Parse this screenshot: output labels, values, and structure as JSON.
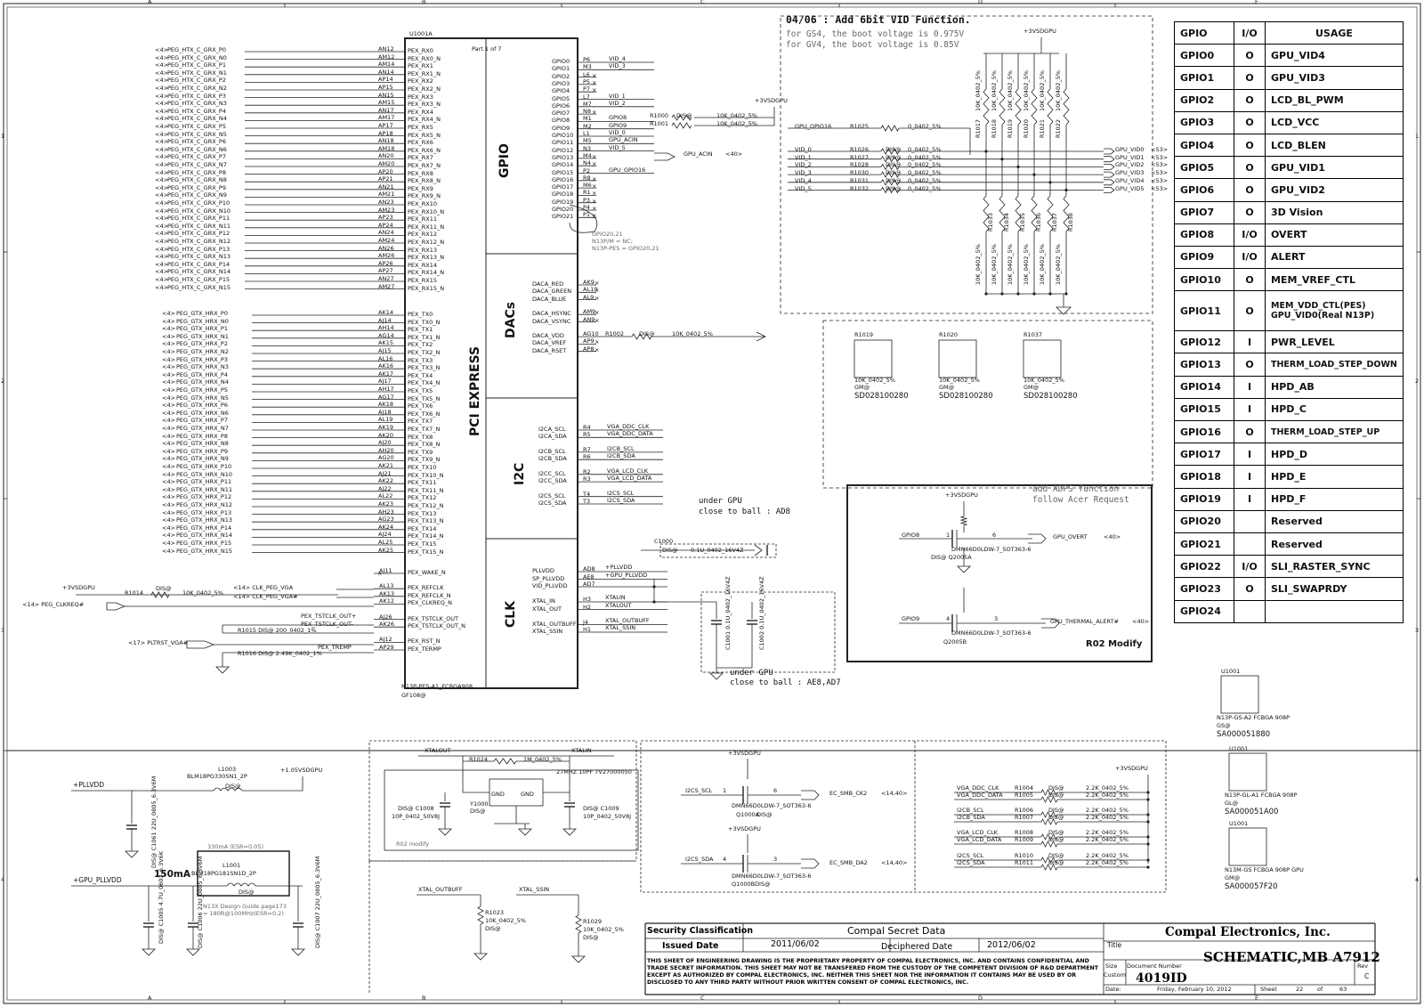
{
  "chip": {
    "ref": "U1001A",
    "part": "Part 1 of 7",
    "name": "N13P-PES-A1_FCBGA908",
    "sub": "GF108@",
    "sections": [
      "GPIO",
      "DACs",
      "PCI EXPRESS",
      "I2C",
      "CLK"
    ]
  },
  "rx_nets": [
    "PEG_HTX_C_GRX_P0",
    "PEG_HTX_C_GRX_N0",
    "PEG_HTX_C_GRX_P1",
    "PEG_HTX_C_GRX_N1",
    "PEG_HTX_C_GRX_P2",
    "PEG_HTX_C_GRX_N2",
    "PEG_HTX_C_GRX_P3",
    "PEG_HTX_C_GRX_N3",
    "PEG_HTX_C_GRX_P4",
    "PEG_HTX_C_GRX_N4",
    "PEG_HTX_C_GRX_P5",
    "PEG_HTX_C_GRX_N5",
    "PEG_HTX_C_GRX_P6",
    "PEG_HTX_C_GRX_N6",
    "PEG_HTX_C_GRX_P7",
    "PEG_HTX_C_GRX_N7",
    "PEG_HTX_C_GRX_P8",
    "PEG_HTX_C_GRX_N8",
    "PEG_HTX_C_GRX_P9",
    "PEG_HTX_C_GRX_N9",
    "PEG_HTX_C_GRX_P10",
    "PEG_HTX_C_GRX_N10",
    "PEG_HTX_C_GRX_P11",
    "PEG_HTX_C_GRX_N11",
    "PEG_HTX_C_GRX_P12",
    "PEG_HTX_C_GRX_N12",
    "PEG_HTX_C_GRX_P13",
    "PEG_HTX_C_GRX_N13",
    "PEG_HTX_C_GRX_P14",
    "PEG_HTX_C_GRX_N14",
    "PEG_HTX_C_GRX_P15",
    "PEG_HTX_C_GRX_N15"
  ],
  "rx_balls": [
    "AN12",
    "AM12",
    "AM14",
    "AN14",
    "AP14",
    "AP15",
    "AN15",
    "AM15",
    "AN17",
    "AM17",
    "AP17",
    "AP18",
    "AN18",
    "AM18",
    "AN20",
    "AM20",
    "AP20",
    "AP21",
    "AN21",
    "AM21",
    "AN23",
    "AM23",
    "AP23",
    "AP24",
    "AN24",
    "AM24",
    "AN26",
    "AM26",
    "AP26",
    "AP27",
    "AN27",
    "AM27"
  ],
  "rx_pins": [
    "PEX_RX0",
    "PEX_RX0_N",
    "PEX_RX1",
    "PEX_RX1_N",
    "PEX_RX2",
    "PEX_RX2_N",
    "PEX_RX3",
    "PEX_RX3_N",
    "PEX_RX4",
    "PEX_RX4_N",
    "PEX_RX5",
    "PEX_RX5_N",
    "PEX_RX6",
    "PEX_RX6_N",
    "PEX_RX7",
    "PEX_RX7_N",
    "PEX_RX8",
    "PEX_RX8_N",
    "PEX_RX9",
    "PEX_RX9_N",
    "PEX_RX10",
    "PEX_RX10_N",
    "PEX_RX11",
    "PEX_RX11_N",
    "PEX_RX12",
    "PEX_RX12_N",
    "PEX_RX13",
    "PEX_RX13_N",
    "PEX_RX14",
    "PEX_RX14_N",
    "PEX_RX15",
    "PEX_RX15_N"
  ],
  "tx_nets": [
    "PEG_GTX_HRX_P0",
    "PEG_GTX_HRX_N0",
    "PEG_GTX_HRX_P1",
    "PEG_GTX_HRX_N1",
    "PEG_GTX_HRX_P2",
    "PEG_GTX_HRX_N2",
    "PEG_GTX_HRX_P3",
    "PEG_GTX_HRX_N3",
    "PEG_GTX_HRX_P4",
    "PEG_GTX_HRX_N4",
    "PEG_GTX_HRX_P5",
    "PEG_GTX_HRX_N5",
    "PEG_GTX_HRX_P6",
    "PEG_GTX_HRX_N6",
    "PEG_GTX_HRX_P7",
    "PEG_GTX_HRX_N7",
    "PEG_GTX_HRX_P8",
    "PEG_GTX_HRX_N8",
    "PEG_GTX_HRX_P9",
    "PEG_GTX_HRX_N9",
    "PEG_GTX_HRX_P10",
    "PEG_GTX_HRX_N10",
    "PEG_GTX_HRX_P11",
    "PEG_GTX_HRX_N11",
    "PEG_GTX_HRX_P12",
    "PEG_GTX_HRX_N12",
    "PEG_GTX_HRX_P13",
    "PEG_GTX_HRX_N13",
    "PEG_GTX_HRX_P14",
    "PEG_GTX_HRX_N14",
    "PEG_GTX_HRX_P15",
    "PEG_GTX_HRX_N15"
  ],
  "tx_balls": [
    "AK14",
    "AJ14",
    "AH14",
    "AG14",
    "AK15",
    "AJ15",
    "AL16",
    "AK16",
    "AK17",
    "AJ17",
    "AH17",
    "AG17",
    "AK18",
    "AJ18",
    "AL19",
    "AK19",
    "AK20",
    "AJ20",
    "AH20",
    "AG20",
    "AK21",
    "AJ21",
    "AK22",
    "AJ22",
    "AL22",
    "AK23",
    "AH23",
    "AG23",
    "AK24",
    "AJ24",
    "AL25",
    "AK25"
  ],
  "tx_pins": [
    "PEX_TX0",
    "PEX_TX0_N",
    "PEX_TX1",
    "PEX_TX1_N",
    "PEX_TX2",
    "PEX_TX2_N",
    "PEX_TX3",
    "PEX_TX3_N",
    "PEX_TX4",
    "PEX_TX4_N",
    "PEX_TX5",
    "PEX_TX5_N",
    "PEX_TX6",
    "PEX_TX6_N",
    "PEX_TX7",
    "PEX_TX7_N",
    "PEX_TX8",
    "PEX_TX8_N",
    "PEX_TX9",
    "PEX_TX9_N",
    "PEX_TX10",
    "PEX_TX10_N",
    "PEX_TX11",
    "PEX_TX11_N",
    "PEX_TX12",
    "PEX_TX12_N",
    "PEX_TX13",
    "PEX_TX13_N",
    "PEX_TX14",
    "PEX_TX14_N",
    "PEX_TX15",
    "PEX_TX15_N"
  ],
  "tag4": "<4>",
  "gpio_pins": [
    "GPIO0",
    "GPIO1",
    "GPIO2",
    "GPIO3",
    "GPIO4",
    "GPIO5",
    "GPIO6",
    "GPIO7",
    "GPIO8",
    "GPIO9",
    "GPIO10",
    "GPIO11",
    "GPIO12",
    "GPIO13",
    "GPIO14",
    "GPIO15",
    "GPIO16",
    "GPIO17",
    "GPIO18",
    "GPIO19",
    "GPIO20",
    "GPIO21"
  ],
  "gpio_balls": [
    "P6",
    "M3",
    "L6",
    "P5",
    "P7",
    "L7",
    "M7",
    "N8",
    "M1",
    "M2",
    "L1",
    "M5",
    "N3",
    "M4",
    "N4",
    "P2",
    "R8",
    "M6",
    "R1",
    "P3",
    "P4",
    "P1"
  ],
  "gpio_nets": [
    "VID_4",
    "VID_3",
    "",
    "",
    "",
    "VID_1",
    "VID_2",
    "",
    "GPIO8",
    "GPIO9",
    "VID_0",
    "GPU_ACIN",
    "VID_5",
    "",
    "",
    "GPU_GPIO16",
    "",
    "",
    "",
    "",
    "",
    ""
  ],
  "gpio_note": [
    "GPIO20,21",
    "N13P/M = NC;",
    "N13P-PES = GPIO20,21"
  ],
  "dac_pins": [
    "DACA_RED",
    "DACA_GREEN",
    "DACA_BLUE",
    "",
    "DACA_HSYNC",
    "DACA_VSYNC",
    "",
    "DACA_VDD",
    "DACA_VREF",
    "DACA_RSET"
  ],
  "dac_balls": [
    "AK9",
    "AL10",
    "AL9",
    "",
    "AM9",
    "AN9",
    "",
    "AG10",
    "AP9",
    "AP8"
  ],
  "i2c_pins": [
    "I2CA_SCL",
    "I2CA_SDA",
    "",
    "I2CB_SCL",
    "I2CB_SDA",
    "",
    "I2CC_SCL",
    "I2CC_SDA",
    "",
    "I2CS_SCL",
    "I2CS_SDA"
  ],
  "i2c_balls": [
    "R4",
    "R5",
    "",
    "R7",
    "R6",
    "",
    "R2",
    "R3",
    "",
    "T4",
    "T3"
  ],
  "i2c_nets": [
    "VGA_DDC_CLK",
    "VGA_DDC_DATA",
    "",
    "I2CB_SCL",
    "I2CB_SDA",
    "",
    "VGA_LCD_CLK",
    "VGA_LCD_DATA",
    "",
    "I2CS_SCL",
    "I2CS_SDA"
  ],
  "clk_left_pins": [
    "PEX_WAKE_N",
    "",
    "PEX_REFCLK",
    "PEX_REFCLK_N",
    "PEX_CLKREQ_N",
    "",
    "PEX_TSTCLK_OUT",
    "PEX_TSTCLK_OUT_N",
    "",
    "PEX_RST_N",
    "PEX_TERMP"
  ],
  "clk_left_balls": [
    "AJ11",
    "",
    "AL13",
    "AK13",
    "AK12",
    "",
    "AJ26",
    "AK26",
    "",
    "AJ12",
    "AP29"
  ],
  "clk_right_pins": [
    "PLLVDD",
    "SP_PLLVDD",
    "VID_PLLVDD",
    "",
    "XTAL_IN",
    "XTAL_OUT",
    "",
    "XTAL_OUTBUFF",
    "XTAL_SSIN"
  ],
  "clk_right_balls": [
    "AD8",
    "AE8",
    "AD7",
    "",
    "H3",
    "H2",
    "",
    "J4",
    "H1"
  ],
  "clk_right_nets": [
    "+PLLVDD",
    "+GPU_PLLVDD",
    "",
    "",
    "XTALIN",
    "XTALOUT",
    "",
    "XTAL_OUTBUFF",
    "XTAL_SSIN"
  ],
  "misc_text": {
    "p3v": "+3VSDGPU",
    "r1014": "R1014",
    "r1014v": "10K_0402_5%",
    "clk_vga": "<14> CLK_PEG_VGA",
    "clk_vga_n": "<14> CLK_PEG_VGA#",
    "clkreq": "<14> PEG_CLKREQ#",
    "tstclk_p": "PEX_TSTCLK_OUT+",
    "tstclk_n": "PEX_TSTCLK_OUT-",
    "r1015": "R1015 DIS@ 200_0402_1%",
    "pltrst": "<17> PLTRST_VGA#",
    "pextremp": "PEX_TREMP",
    "r1016": "R1016 DIS@ 2.49K_0402_1%",
    "r1002": "R1002",
    "r1002v": "10K_0402_5%",
    "under1": "under GPU",
    "under1b": "close to ball : AD8",
    "c1000": "C1000",
    "c1000v": "0.1U_0402_16V4Z",
    "under2": "under GPU",
    "under2b": "close to ball : AE8,AD7",
    "c1001": "C1001 0.1U_0402_16V4Z",
    "c1002": "C1002 0.1U_0402_16V4Z"
  },
  "vid": {
    "title": "04/06 : Add 6bit VID Function.",
    "line1": "for GS4, the boot voltage is 0.975V",
    "line2": "for GV4, the boot voltage is 0.85V",
    "pwr": "+3VSDGPU",
    "gpio16": "GPU_GPIO16",
    "r1025": "R1025",
    "r1025v": "0_0402_5%",
    "vid_in": [
      "VID_0",
      "VID_1",
      "VID_2",
      "VID_3",
      "VID_4",
      "VID_5"
    ],
    "res": [
      "R1026",
      "R1027",
      "R1028",
      "R1030",
      "R1031",
      "R1032"
    ],
    "resv": "0_0402_5%",
    "vid_out": [
      "GPU_VID0",
      "GPU_VID1",
      "GPU_VID2",
      "GPU_VID3",
      "GPU_VID4",
      "GPU_VID5"
    ],
    "vid_tag": "<53>",
    "pullups": [
      "R1017",
      "R1018",
      "R1019",
      "R1020",
      "R1021",
      "R1022"
    ],
    "pulldowns": [
      "R1033",
      "R1034",
      "R1035",
      "R1036",
      "R1037",
      "R1038"
    ],
    "pv": "10K_0402_5%",
    "dis": "DIS@",
    "acin": "GPU_ACIN",
    "acin_tag": "<40>",
    "opt": [
      {
        "ref": "R1019",
        "val": "10K_0402_5%",
        "gm": "GM@",
        "pn": "SD028100280"
      },
      {
        "ref": "R1020",
        "val": "10K_0402_5%",
        "gm": "GM@",
        "pn": "SD028100280"
      },
      {
        "ref": "R1037",
        "val": "10K_0402_5%",
        "gm": "GM@",
        "pn": "SD028100280"
      }
    ]
  },
  "adps": {
    "note1": "add ADPS function",
    "note2": "follow Acer Request",
    "gpio8": "GPIO8",
    "gpio9": "GPIO9",
    "overt": "GPU_OVERT",
    "overt_tag": "<40>",
    "alert": "GPU_THERMAL_ALERT#",
    "alert_tag": "<40>",
    "q1": "DMN66D0LDW-7_SOT363-6",
    "q1ref": "DIS@ Q2005A",
    "q2": "DMN66D0LDW-7_SOT363-6",
    "q2ref": "Q2005B",
    "modify": "R02 Modify",
    "pwr": "+3VSDGPU"
  },
  "gpio_table": {
    "headers": [
      "GPIO",
      "I/O",
      "USAGE"
    ],
    "rows": [
      [
        "GPIO0",
        "O",
        "GPU_VID4"
      ],
      [
        "GPIO1",
        "O",
        "GPU_VID3"
      ],
      [
        "GPIO2",
        "O",
        "LCD_BL_PWM"
      ],
      [
        "GPIO3",
        "O",
        "LCD_VCC"
      ],
      [
        "GPIO4",
        "O",
        "LCD_BLEN"
      ],
      [
        "GPIO5",
        "O",
        "GPU_VID1"
      ],
      [
        "GPIO6",
        "O",
        "GPU_VID2"
      ],
      [
        "GPIO7",
        "O",
        "3D Vision"
      ],
      [
        "GPIO8",
        "I/O",
        "OVERT"
      ],
      [
        "GPIO9",
        "I/O",
        "ALERT"
      ],
      [
        "GPIO10",
        "O",
        "MEM_VREF_CTL"
      ],
      [
        "GPIO11",
        "O",
        "MEM_VDD_CTL(PES)\nGPU_VID0(Real N13P)"
      ],
      [
        "GPIO12",
        "I",
        "PWR_LEVEL"
      ],
      [
        "GPIO13",
        "O",
        "THERM_LOAD_STEP_DOWN"
      ],
      [
        "GPIO14",
        "I",
        "HPD_AB"
      ],
      [
        "GPIO15",
        "I",
        "HPD_C"
      ],
      [
        "GPIO16",
        "O",
        "THERM_LOAD_STEP_UP"
      ],
      [
        "GPIO17",
        "I",
        "HPD_D"
      ],
      [
        "GPIO18",
        "I",
        "HPD_E"
      ],
      [
        "GPIO19",
        "I",
        "HPD_F"
      ],
      [
        "GPIO20",
        "",
        "Reserved"
      ],
      [
        "GPIO21",
        "",
        "Reserved"
      ],
      [
        "GPIO22",
        "I/O",
        "SLI_RASTER_SYNC"
      ],
      [
        "GPIO23",
        "O",
        "SLI_SWAPRDY"
      ],
      [
        "GPIO24",
        "",
        ""
      ]
    ]
  },
  "bom": [
    {
      "ref": "U1001",
      "pn": "N13P-GS-A2 FCBGA 908P",
      "opt": "GS@",
      "code": "SA000051880"
    },
    {
      "ref": "U1001",
      "pn": "N13P-GL-A1 FCBGA 908P",
      "opt": "GL@",
      "code": "SA000051A00"
    },
    {
      "ref": "U1001",
      "pn": "N13M-GS FCBGA 908P GPU",
      "opt": "GM@",
      "code": "SA000057F20"
    }
  ],
  "power": {
    "l1003": "L1003",
    "l1003v": "BLM18PG330SN1_2P",
    "dis": "DIS@",
    "vdd105": "+1.05VSDGPU",
    "pllvdd": "+PLLVDD",
    "c1061": "DIS@ C1061 22U_0805_6.3V6M",
    "ma": "150mA",
    "note": "330mA (ESR=0.05)",
    "l1001": "L1001",
    "l1001v": "BLM18PG181SN1D_2P",
    "gpupll": "+GPU_PLLVDD",
    "c1005": "DIS@ C1005 4.7U_0603_6.3V6K",
    "c1006": "DIS@ C1006 22U_0805_6.3V6M",
    "c1007": "DIS@ C1007 22U_0805_6.3V6M",
    "guide1": "N13X Design Guide page173",
    "guide2": "= 180R@100MHz(ESR=0.2)"
  },
  "xtal": {
    "xtalout": "XTALOUT",
    "xtalin": "XTALIN",
    "r1024": "R1024",
    "r1024v": "1M_0402_5%",
    "y1000": "Y1000",
    "ydis": "DIS@",
    "yv": "27MHZ 10PF 7V27000050",
    "gnd": "GND",
    "c1008": "DIS@ C1008",
    "c1008v": "10P_0402_50V8J",
    "c1009": "DIS@ C1009",
    "c1009v": "10P_0402_50V8J",
    "r02": "R02 modify",
    "outbuff": "XTAL_OUTBUFF",
    "ssin": "XTAL_SSIN",
    "r1023": "R1023",
    "r1023v": "10K_0402_5%",
    "r1029": "R1029",
    "r1029v": "10K_0402_5%",
    "dis": "DIS@"
  },
  "smb": {
    "pwr": "+3VSDGPU",
    "scl": "I2CS_SCL",
    "sda": "I2CS_SDA",
    "ck": "EC_SMB_CK2",
    "da": "EC_SMB_DA2",
    "tag": "<14,40>",
    "q1": "DMN66D0LDW-7_SOT363-6",
    "q1ref": "Q1000A",
    "q2": "DMN66D0LDW-7_SOT363-6",
    "q2ref": "Q1000B",
    "dis": "DIS@"
  },
  "pullup_block": {
    "pwr": "+3VSDGPU",
    "nets": [
      "VGA_DDC_CLK",
      "VGA_DDC_DATA",
      "I2CB_SCL",
      "I2CB_SDA",
      "VGA_LCD_CLK",
      "VGA_LCD_DATA",
      "I2CS_SCL",
      "I2CS_SDA"
    ],
    "refs": [
      "R1004",
      "R1005",
      "R1006",
      "R1007",
      "R1008",
      "R1009",
      "R1010",
      "R1011"
    ],
    "val": "2.2K_0402_5%",
    "dis": "DIS@"
  },
  "title_block": {
    "sec_label": "Security Classification",
    "sec_val": "Compal Secret Data",
    "issued_label": "Issued Date",
    "issued_val": "2011/06/02",
    "decip_label": "Deciphered Date",
    "decip_val": "2012/06/02",
    "notice": "THIS SHEET OF ENGINEERING DRAWING IS THE PROPRIETARY PROPERTY OF COMPAL ELECTRONICS, INC. AND CONTAINS CONFIDENTIAL AND TRADE SECRET INFORMATION. THIS SHEET MAY NOT BE TRANSFERED FROM THE CUSTODY OF THE COMPETENT DIVISION OF R&D DEPARTMENT EXCEPT AS AUTHORIZED BY COMPAL ELECTRONICS, INC. NEITHER THIS SHEET NOR THE INFORMATION IT CONTAINS MAY BE USED BY OR DISCLOSED TO ANY THIRD PARTY WITHOUT PRIOR WRITTEN CONSENT OF COMPAL ELECTRONICS, INC.",
    "company": "Compal Electronics, Inc.",
    "title_label": "Title",
    "title": "SCHEMATIC,MB A7912",
    "size_label": "Size",
    "size": "Custom",
    "doc_label": "Document Number",
    "doc": "4019ID",
    "rev_label": "Rev",
    "rev": "C",
    "date_label": "Date:",
    "date": "Friday, February 10, 2012",
    "sheet_label": "Sheet",
    "sheet": "22",
    "of": "of",
    "total": "63"
  },
  "border": {
    "cols": [
      "A",
      "B",
      "C",
      "D",
      "E"
    ],
    "rows": [
      "1",
      "2",
      "3",
      "4"
    ]
  }
}
